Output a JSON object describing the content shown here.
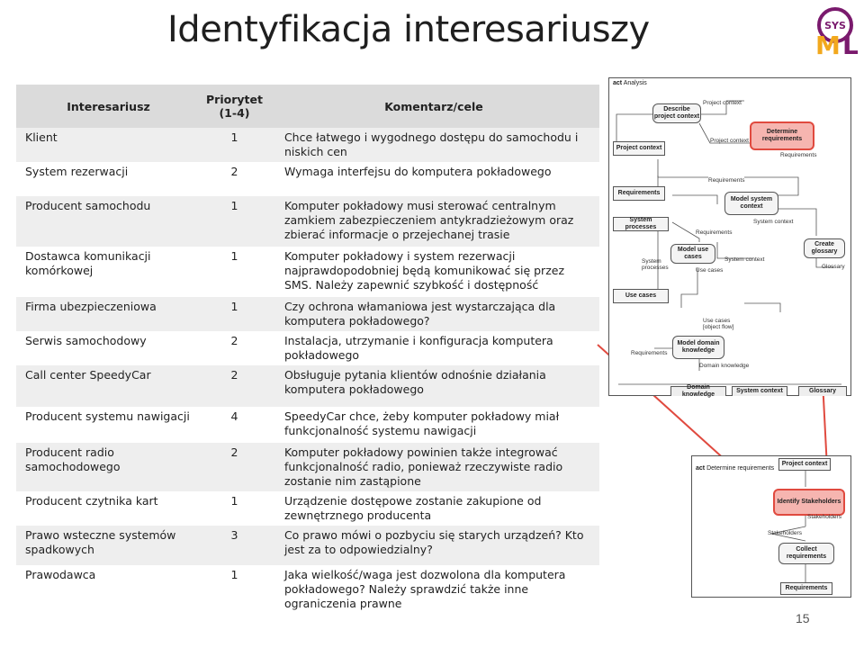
{
  "title": "Identyfikacja interesariuszy",
  "logo_text": "SysML",
  "page_number": "15",
  "table": {
    "headers": [
      "Interesariusz",
      "Priorytet\n(1-4)",
      "Komentarz/cele"
    ],
    "rows": [
      {
        "who": "Klient",
        "prio": "1",
        "comment": "Chce łatwego i wygodnego dostępu do samochodu i niskich cen"
      },
      {
        "who": "System rezerwacji",
        "prio": "2",
        "comment": "Wymaga interfejsu do komputera pokładowego"
      },
      {
        "who": "Producent samochodu",
        "prio": "1",
        "comment": "Komputer pokładowy musi sterować centralnym zamkiem zabezpieczeniem antykradzieżowym oraz zbierać informacje o przejechanej trasie"
      },
      {
        "who": "Dostawca komunikacji komórkowej",
        "prio": "1",
        "comment": "Komputer pokładowy i system rezerwacji najprawdopodobniej będą komunikować się przez SMS. Należy zapewnić szybkość i dostępność"
      },
      {
        "who": "Firma ubezpieczeniowa",
        "prio": "1",
        "comment": "Czy ochrona włamaniowa jest wystarczająca dla komputera pokładowego?"
      },
      {
        "who": "Serwis samochodowy",
        "prio": "2",
        "comment": "Instalacja, utrzymanie i konfiguracja komputera pokładowego"
      },
      {
        "who": "Call center SpeedyCar",
        "prio": "2",
        "comment": "Obsługuje pytania klientów odnośnie działania komputera pokładowego"
      },
      {
        "who": "Producent systemu nawigacji",
        "prio": "4",
        "comment": "SpeedyCar chce, żeby komputer pokładowy miał funkcjonalność systemu nawigacji"
      },
      {
        "who": "Producent radio samochodowego",
        "prio": "2",
        "comment": "Komputer pokładowy powinien także integrować funkcjonalność radio, ponieważ rzeczywiste radio zostanie nim zastąpione"
      },
      {
        "who": "Producent czytnika kart",
        "prio": "1",
        "comment": "Urządzenie dostępowe zostanie zakupione od zewnętrznego producenta"
      },
      {
        "who": "Prawo wsteczne systemów spadkowych",
        "prio": "3",
        "comment": "Co prawo mówi o pozbyciu się starych urządzeń? Kto jest za to odpowiedzialny?"
      },
      {
        "who": "Prawodawca",
        "prio": "1",
        "comment": "Jaka wielkość/waga jest dozwolona dla komputera pokładowego? Należy sprawdzić także inne ograniczenia prawne"
      }
    ]
  },
  "analysis_diagram": {
    "kind": "act",
    "name": "Analysis",
    "nodes": {
      "describe": "Describe project context",
      "determine": "Determine requirements",
      "model_context": "Model system context",
      "create_glossary": "Create glossary",
      "model_use_cases": "Model use cases",
      "model_domain": "Model domain knowledge"
    },
    "pins": {
      "project_context_left": "Project context",
      "requirements_left": "Requirements",
      "system_processes_left": "System processes",
      "use_cases_left": "Use cases",
      "domain_knowledge_out": "Domain knowledge",
      "system_context_out": "System context",
      "glossary_out": "Glossary"
    },
    "labels": {
      "project_context_1": "Project context",
      "project_context_2": "Project context",
      "requirements_1": "Requirements",
      "requirements_2": "Requirements",
      "requirements_3": "Requirements",
      "requirements_4": "Requirements",
      "system_context_1": "System context",
      "system_context_2": "System context",
      "system_processes": "System\nprocesses",
      "use_cases_1": "Use cases",
      "use_cases_2": "Use cases\n[object flow]",
      "domain_knowledge": "Domain knowledge",
      "glossary": "Glossary"
    }
  },
  "stakeholder_diagram": {
    "kind": "act",
    "name": "Determine requirements",
    "nodes": {
      "identify": "Identify Stakeholders",
      "collect": "Collect requirements"
    },
    "pins": {
      "project_context": "Project context",
      "requirements": "Requirements"
    },
    "labels": {
      "stakeholders_1": "Stakeholders",
      "stakeholders_2": "Stakeholders"
    }
  },
  "colors": {
    "highlight_fill": "#f6b5b0",
    "highlight_border": "#e04a3f",
    "arrow": "#e04a3f",
    "header_bg": "#dbdbdb",
    "row_alt": "#eeeeee"
  }
}
